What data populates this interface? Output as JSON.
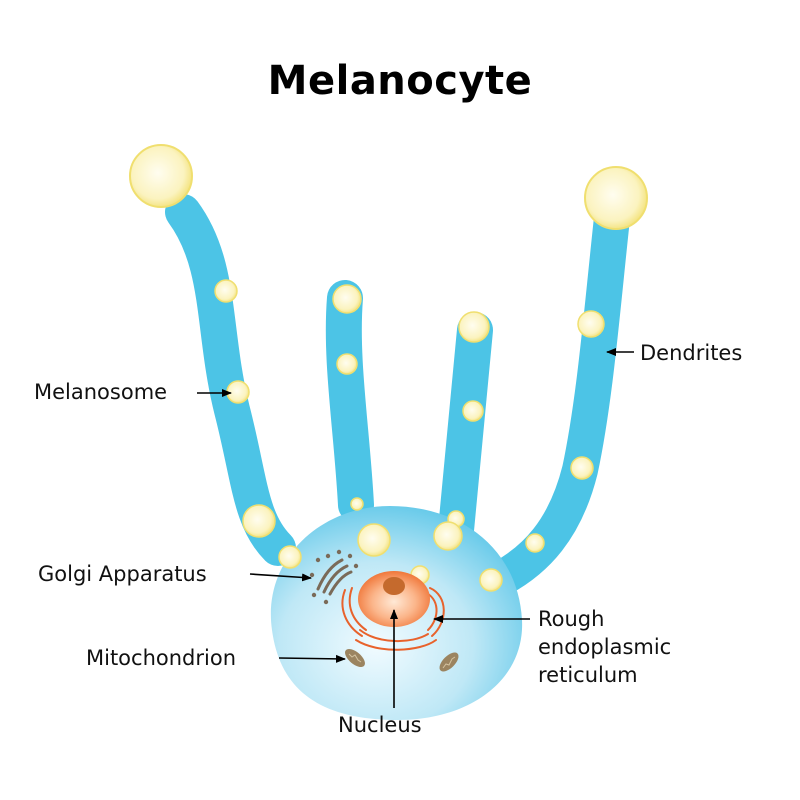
{
  "title": "Melanocyte",
  "labels": {
    "melanosome": "Melanosome",
    "dendrites": "Dendrites",
    "golgi": "Golgi Apparatus",
    "mitochondrion": "Mitochondrion",
    "nucleus": "Nucleus",
    "rough_er": [
      "Rough",
      "endoplasmic",
      "reticulum"
    ]
  },
  "colors": {
    "dendrite": "#4cc4e6",
    "body_light": "#dff4fb",
    "body_dark": "#5cc6e8",
    "melanosome": "#fbf6c8",
    "melanosome_edge": "#f2e27a",
    "nucleus_outer": "#f5a06a",
    "nucleus_inner": "#ffe3cc",
    "nucleolus": "#c56a2d",
    "er": "#e8622c",
    "mitochondrion": "#9b8460",
    "golgi": "#7a6a58",
    "arrow": "#000000"
  }
}
